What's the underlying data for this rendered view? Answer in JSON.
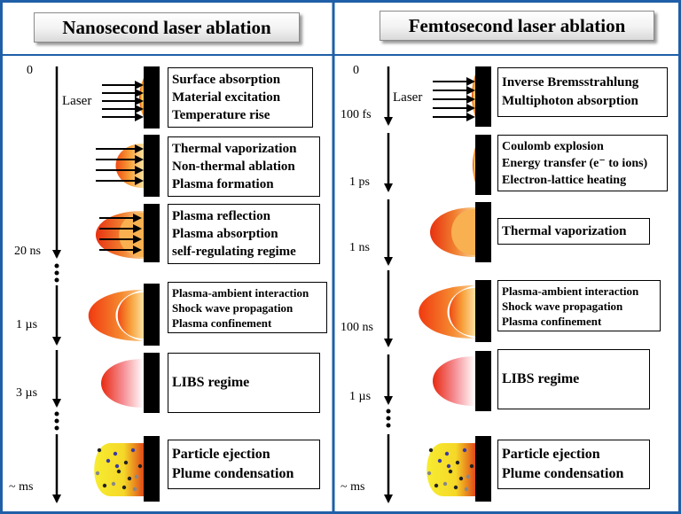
{
  "left_panel": {
    "title": "Nanosecond laser ablation",
    "laser_label": "Laser",
    "time_labels": [
      "0",
      "20 ns",
      "1 µs",
      "3 µs",
      "~ ms"
    ],
    "stages": [
      {
        "lines": [
          "Surface absorption",
          "Material excitation",
          "Temperature rise"
        ]
      },
      {
        "lines": [
          "Thermal vaporization",
          "Non-thermal ablation",
          "Plasma formation"
        ]
      },
      {
        "lines": [
          "Plasma reflection",
          "Plasma absorption",
          "self-regulating regime"
        ]
      },
      {
        "lines": [
          "Plasma-ambient interaction",
          "Shock wave propagation",
          "Plasma confinement"
        ]
      },
      {
        "lines": [
          "LIBS regime"
        ]
      },
      {
        "lines": [
          "Particle ejection",
          "Plume condensation"
        ]
      }
    ]
  },
  "right_panel": {
    "title": "Femtosecond laser ablation",
    "laser_label": "Laser",
    "time_labels": [
      "0",
      "100 fs",
      "1 ps",
      "1 ns",
      "100 ns",
      "1 µs",
      "~ ms"
    ],
    "stages": [
      {
        "lines": [
          "Inverse Bremsstrahlung",
          "Multiphoton absorption"
        ]
      },
      {
        "lines": [
          "Coulomb explosion",
          "Energy transfer (e⁻ to ions)",
          "Electron-lattice heating"
        ]
      },
      {
        "lines": [
          "Thermal vaporization"
        ]
      },
      {
        "lines": [
          "Plasma-ambient interaction",
          "Shock wave propagation",
          "Plasma confinement"
        ]
      },
      {
        "lines": [
          "LIBS regime"
        ]
      },
      {
        "lines": [
          "Particle ejection",
          "Plume condensation"
        ]
      }
    ]
  },
  "colors": {
    "frame": "#1f5fa8",
    "plume_hot": "#e83010",
    "plume_mid": "#f8a838",
    "plume_cool": "#ffffff",
    "particles_bg": "#f5e62a",
    "target": "#000000"
  }
}
